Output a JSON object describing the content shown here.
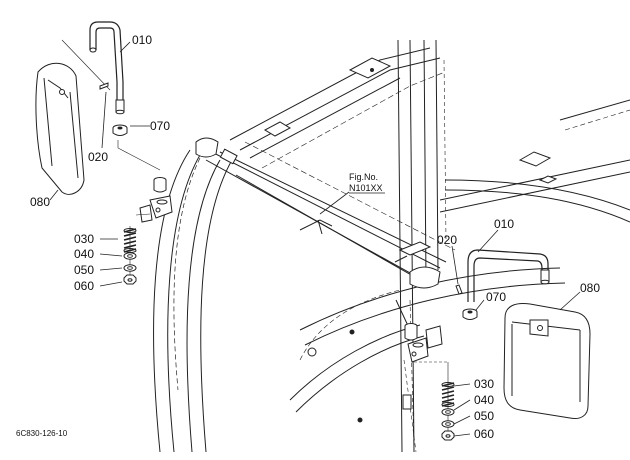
{
  "diagram": {
    "code": "6C830-126-10",
    "figref": {
      "line1": "Fig.No.",
      "line2": "N101XX"
    },
    "parts": {
      "p010": "010",
      "p020": "020",
      "p030": "030",
      "p040": "040",
      "p050": "050",
      "p060": "060",
      "p070": "070",
      "p080": "080"
    }
  }
}
